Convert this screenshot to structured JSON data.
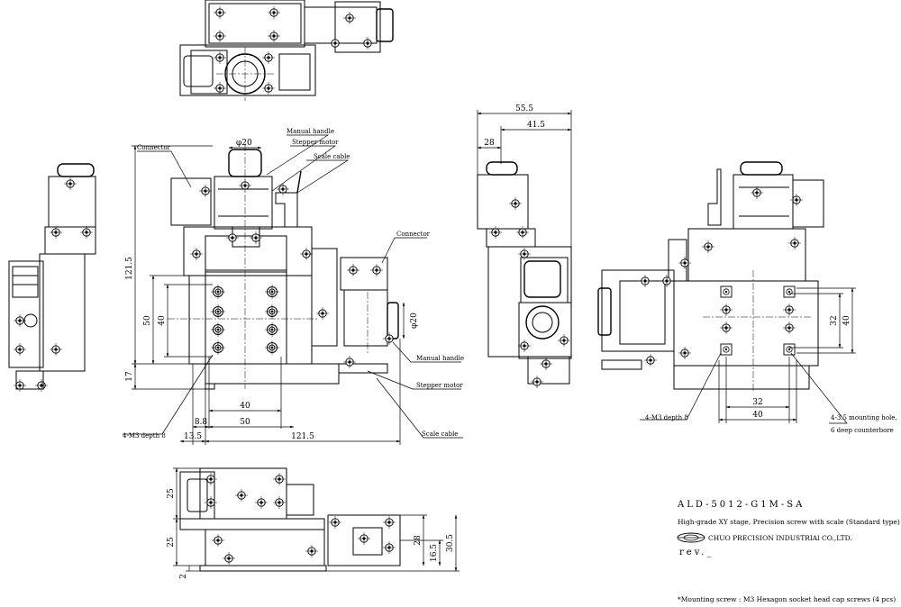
{
  "dimensions": {
    "phi20_top": "φ20",
    "h121_5": "121.5",
    "h50": "50",
    "h40": "40",
    "h17": "17",
    "w40": "40",
    "w8_8": "8.8",
    "w50": "50",
    "w13_5": "13.5",
    "w121_5": "121.5",
    "phi20_side": "φ20",
    "s55_5": "55.5",
    "s41_5": "41.5",
    "s28": "28",
    "r32v": "32",
    "r40v": "40",
    "r32h": "32",
    "r40h": "40",
    "b25a": "25",
    "b25b": "25",
    "b2": "2",
    "b28": "28",
    "b16_5": "16.5",
    "b30_5": "30.5"
  },
  "callouts": {
    "connector_top": "Connector",
    "manual_handle_top": "Manual handle",
    "stepper_motor_top": "Stepper motor",
    "scale_cable_top": "Scale cable",
    "connector_right": "Connector",
    "manual_handle_bottom": "Manual handle",
    "stepper_motor_bottom": "Stepper motor",
    "scale_cable_bottom": "Scale cable",
    "m3_depth_left": "4-M3 depth 8",
    "m3_depth_right": "4-M3 depth 8",
    "mounting_hole_1": "4-3.5 mounting hole,",
    "mounting_hole_2": "6 deep counterbore"
  },
  "title_block": {
    "model": "ALD-5012-G1M-SA",
    "description": "High-grade XY stage, Precision screw with scale (Standard type)",
    "company": "CHUO PRECISION INDUSTRIAl CO.,LTD.",
    "revision": "rev._",
    "note": "*Mounting screw : M3 Hexagon socket head cap screws (4 pcs)"
  }
}
